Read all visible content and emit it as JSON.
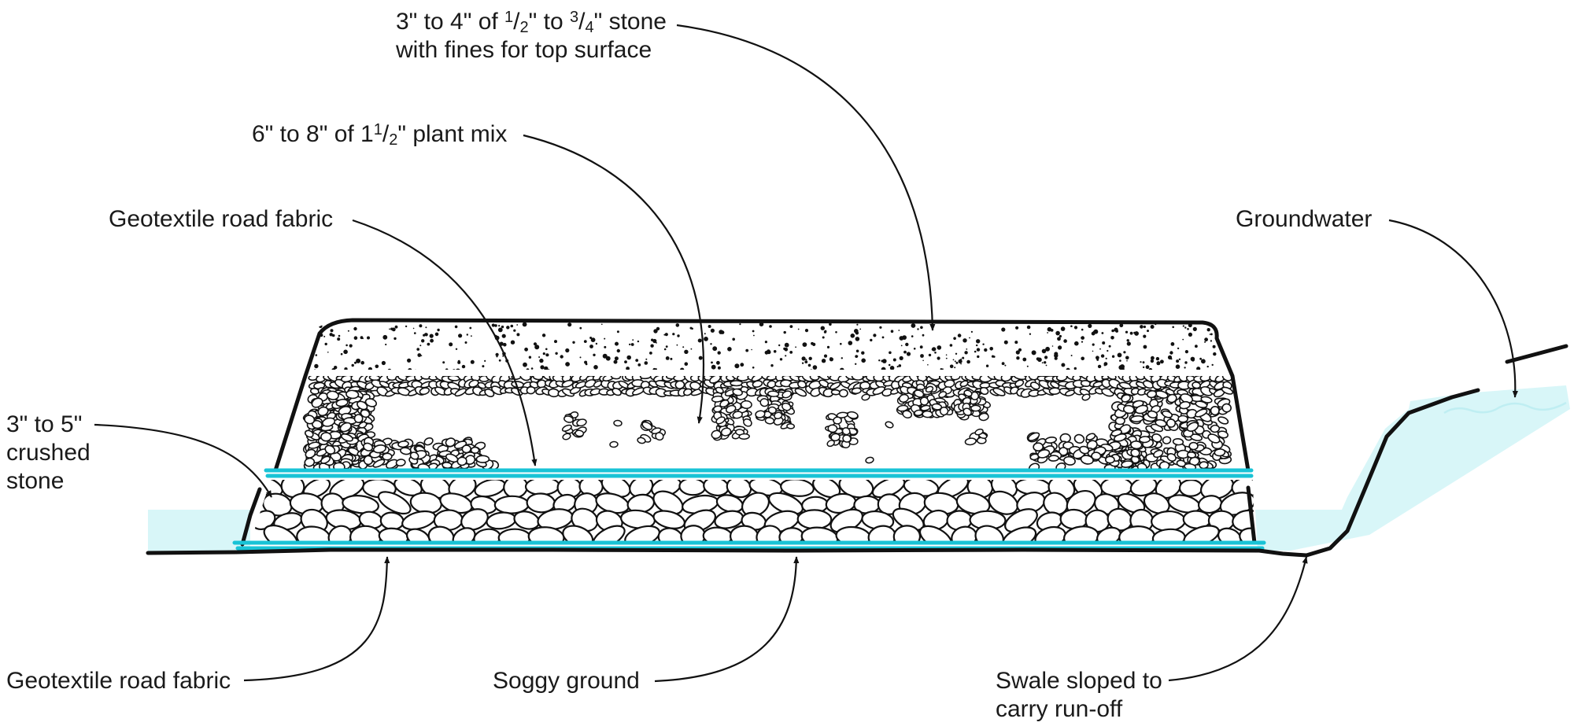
{
  "colors": {
    "fabric": "#19c3d6",
    "water": "#d8f6f8",
    "ink": "#111111",
    "background": "#ffffff"
  },
  "labels": {
    "top_surface": {
      "line1_a": "3\" to 4\" of ",
      "line1_frac1_num": "1",
      "line1_frac1_den": "2",
      "line1_b": "\" to ",
      "line1_frac2_num": "3",
      "line1_frac2_den": "4",
      "line1_c": "\" stone",
      "line2": "with fines for top surface"
    },
    "plant_mix": {
      "part_a": "6\" to 8\" of 1",
      "frac_num": "1",
      "frac_den": "2",
      "part_b": "\" plant mix"
    },
    "fabric_top": "Geotextile road fabric",
    "groundwater": "Groundwater",
    "crushed_stone": [
      "3\" to 5\"",
      "crushed",
      "stone"
    ],
    "fabric_bottom": "Geotextile road fabric",
    "soggy_ground": "Soggy ground",
    "swale": [
      "Swale sloped to",
      "carry run-off"
    ]
  }
}
